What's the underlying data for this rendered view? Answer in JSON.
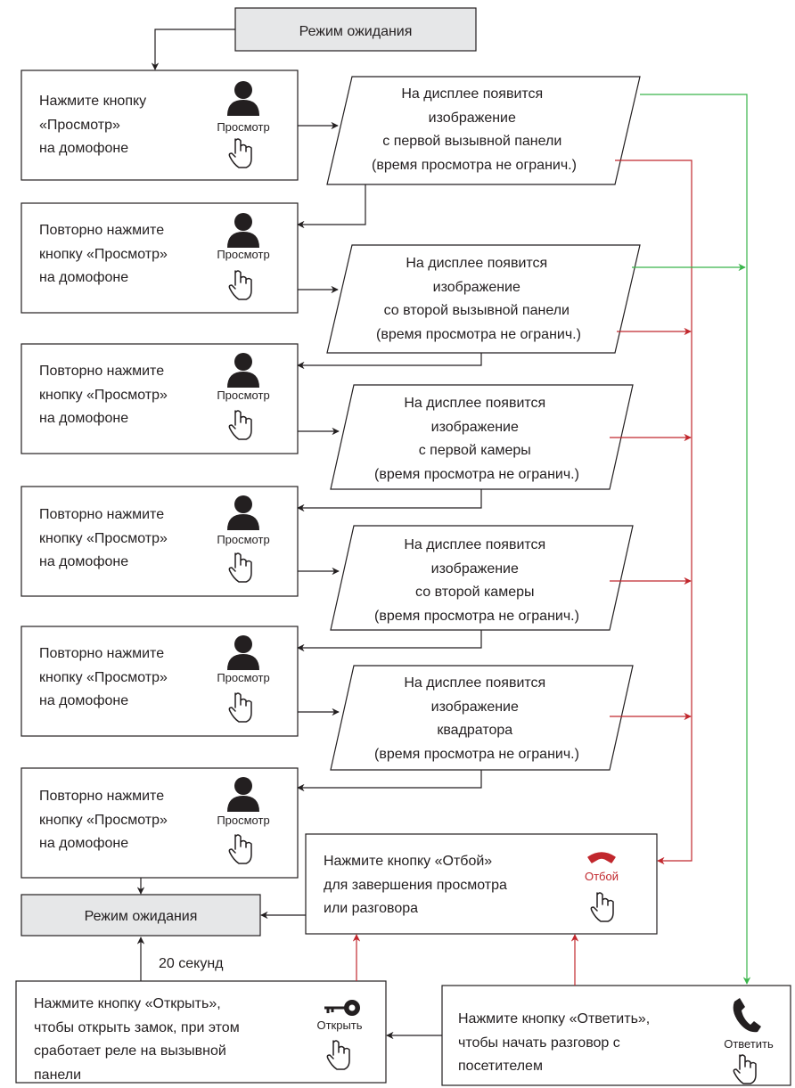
{
  "standby_label": "Режим ожидания",
  "start_box": {
    "lines": [
      "Нажмите кнопку",
      "«Просмотр»",
      "на домофоне"
    ]
  },
  "repeat_box": {
    "lines": [
      "Повторно нажмите",
      "кнопку «Просмотр»",
      "на домофоне"
    ]
  },
  "view_button_label": "Просмотр",
  "displays": [
    {
      "lines": [
        "На дисплее появится",
        "изображение",
        "с первой вызывной панели",
        "(время просмотра не огранич.)"
      ]
    },
    {
      "lines": [
        "На дисплее появится",
        "изображение",
        "со второй вызывной панели",
        "(время просмотра не огранич.)"
      ]
    },
    {
      "lines": [
        "На дисплее появится",
        "изображение",
        "с первой камеры",
        "(время просмотра не огранич.)"
      ]
    },
    {
      "lines": [
        "На дисплее появится",
        "изображение",
        "со второй камеры",
        "(время просмотра не огранич.)"
      ]
    },
    {
      "lines": [
        "На дисплее появится",
        "изображение",
        "квадратора",
        "(время просмотра не огранич.)"
      ]
    }
  ],
  "hangup_box": {
    "lines": [
      "Нажмите кнопку «Отбой»",
      "для завершения просмотра",
      "или разговора"
    ],
    "button_label": "Отбой"
  },
  "open_box": {
    "lines": [
      "Нажмите кнопку «Открыть»,",
      "чтобы открыть замок, при этом",
      "сработает реле на вызывной",
      "панели"
    ],
    "button_label": "Открыть"
  },
  "answer_box": {
    "lines": [
      "Нажмите кнопку «Ответить»,",
      "чтобы начать разговор с",
      "посетителем"
    ],
    "button_label": "Ответить"
  },
  "timer_label": "20 секунд",
  "colors": {
    "line": "#231f20",
    "red": "#c1272d",
    "green": "#39b54a",
    "grey_fill": "#e6e7e8"
  },
  "icons": {
    "person": "person-icon",
    "hand": "pointing-hand-icon",
    "key": "key-icon",
    "phone_hangup": "phone-hangup-icon",
    "phone_answer": "phone-answer-icon"
  }
}
